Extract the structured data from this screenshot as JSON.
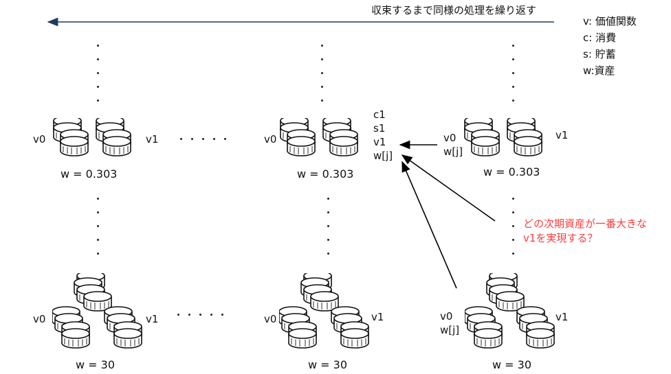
{
  "header": {
    "text": "収束するまで同様の処理を繰り返す"
  },
  "legend": [
    "v: 価値関数",
    "c: 消費",
    "s: 貯蓄",
    "w:資産"
  ],
  "nodes": {
    "top_left": {
      "left": "v0",
      "right": "v1",
      "w": "w = 0.303"
    },
    "top_mid": {
      "left": "v0",
      "w": "w = 0.303",
      "labels": [
        "c1",
        "s1",
        "v1",
        "w[j]"
      ]
    },
    "top_right": {
      "left1": "v0",
      "left2": "w[j]",
      "right": "v1",
      "w": "w = 0.303"
    },
    "bot_left": {
      "left": "v0",
      "right": "v1",
      "w": "w = 30"
    },
    "bot_mid": {
      "left": "v0",
      "right": "v1",
      "w": "w = 30"
    },
    "bot_right": {
      "left1": "v0",
      "left2": "w[j]",
      "right": "v1",
      "w": "w = 30"
    }
  },
  "question": {
    "line1": "どの次期資産が一番大きな",
    "line2": "v1を実現する？",
    "color": "#ff3b3b"
  },
  "colors": {
    "arrow_top": "#1f3b5c",
    "arrow": "#000000"
  }
}
